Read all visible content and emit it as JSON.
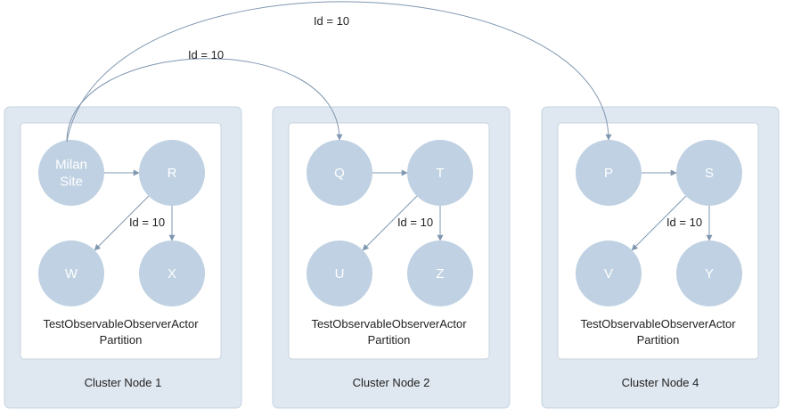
{
  "clusters": [
    {
      "label": "Cluster Node 1",
      "partition": [
        "TestObservableObserverActor",
        "Partition"
      ],
      "actors": [
        "Milan\nSite",
        "R",
        "W",
        "X"
      ],
      "edge_label": "Id = 10"
    },
    {
      "label": "Cluster Node 2",
      "partition": [
        "TestObservableObserverActor",
        "Partition"
      ],
      "actors": [
        "Q",
        "T",
        "U",
        "Z"
      ],
      "edge_label": "Id = 10"
    },
    {
      "label": "Cluster Node 4",
      "partition": [
        "TestObservableObserverActor",
        "Partition"
      ],
      "actors": [
        "P",
        "S",
        "V",
        "Y"
      ],
      "edge_label": "Id = 10"
    }
  ],
  "cross_edges": [
    {
      "from": "Milan Site",
      "to": "Q",
      "label": "Id = 10"
    },
    {
      "from": "Milan Site",
      "to": "P",
      "label": "Id = 10"
    }
  ],
  "colors": {
    "cluster_fill": "#dfe7f0",
    "actor_fill": "#bfd1e2",
    "edge": "#8097b0"
  }
}
